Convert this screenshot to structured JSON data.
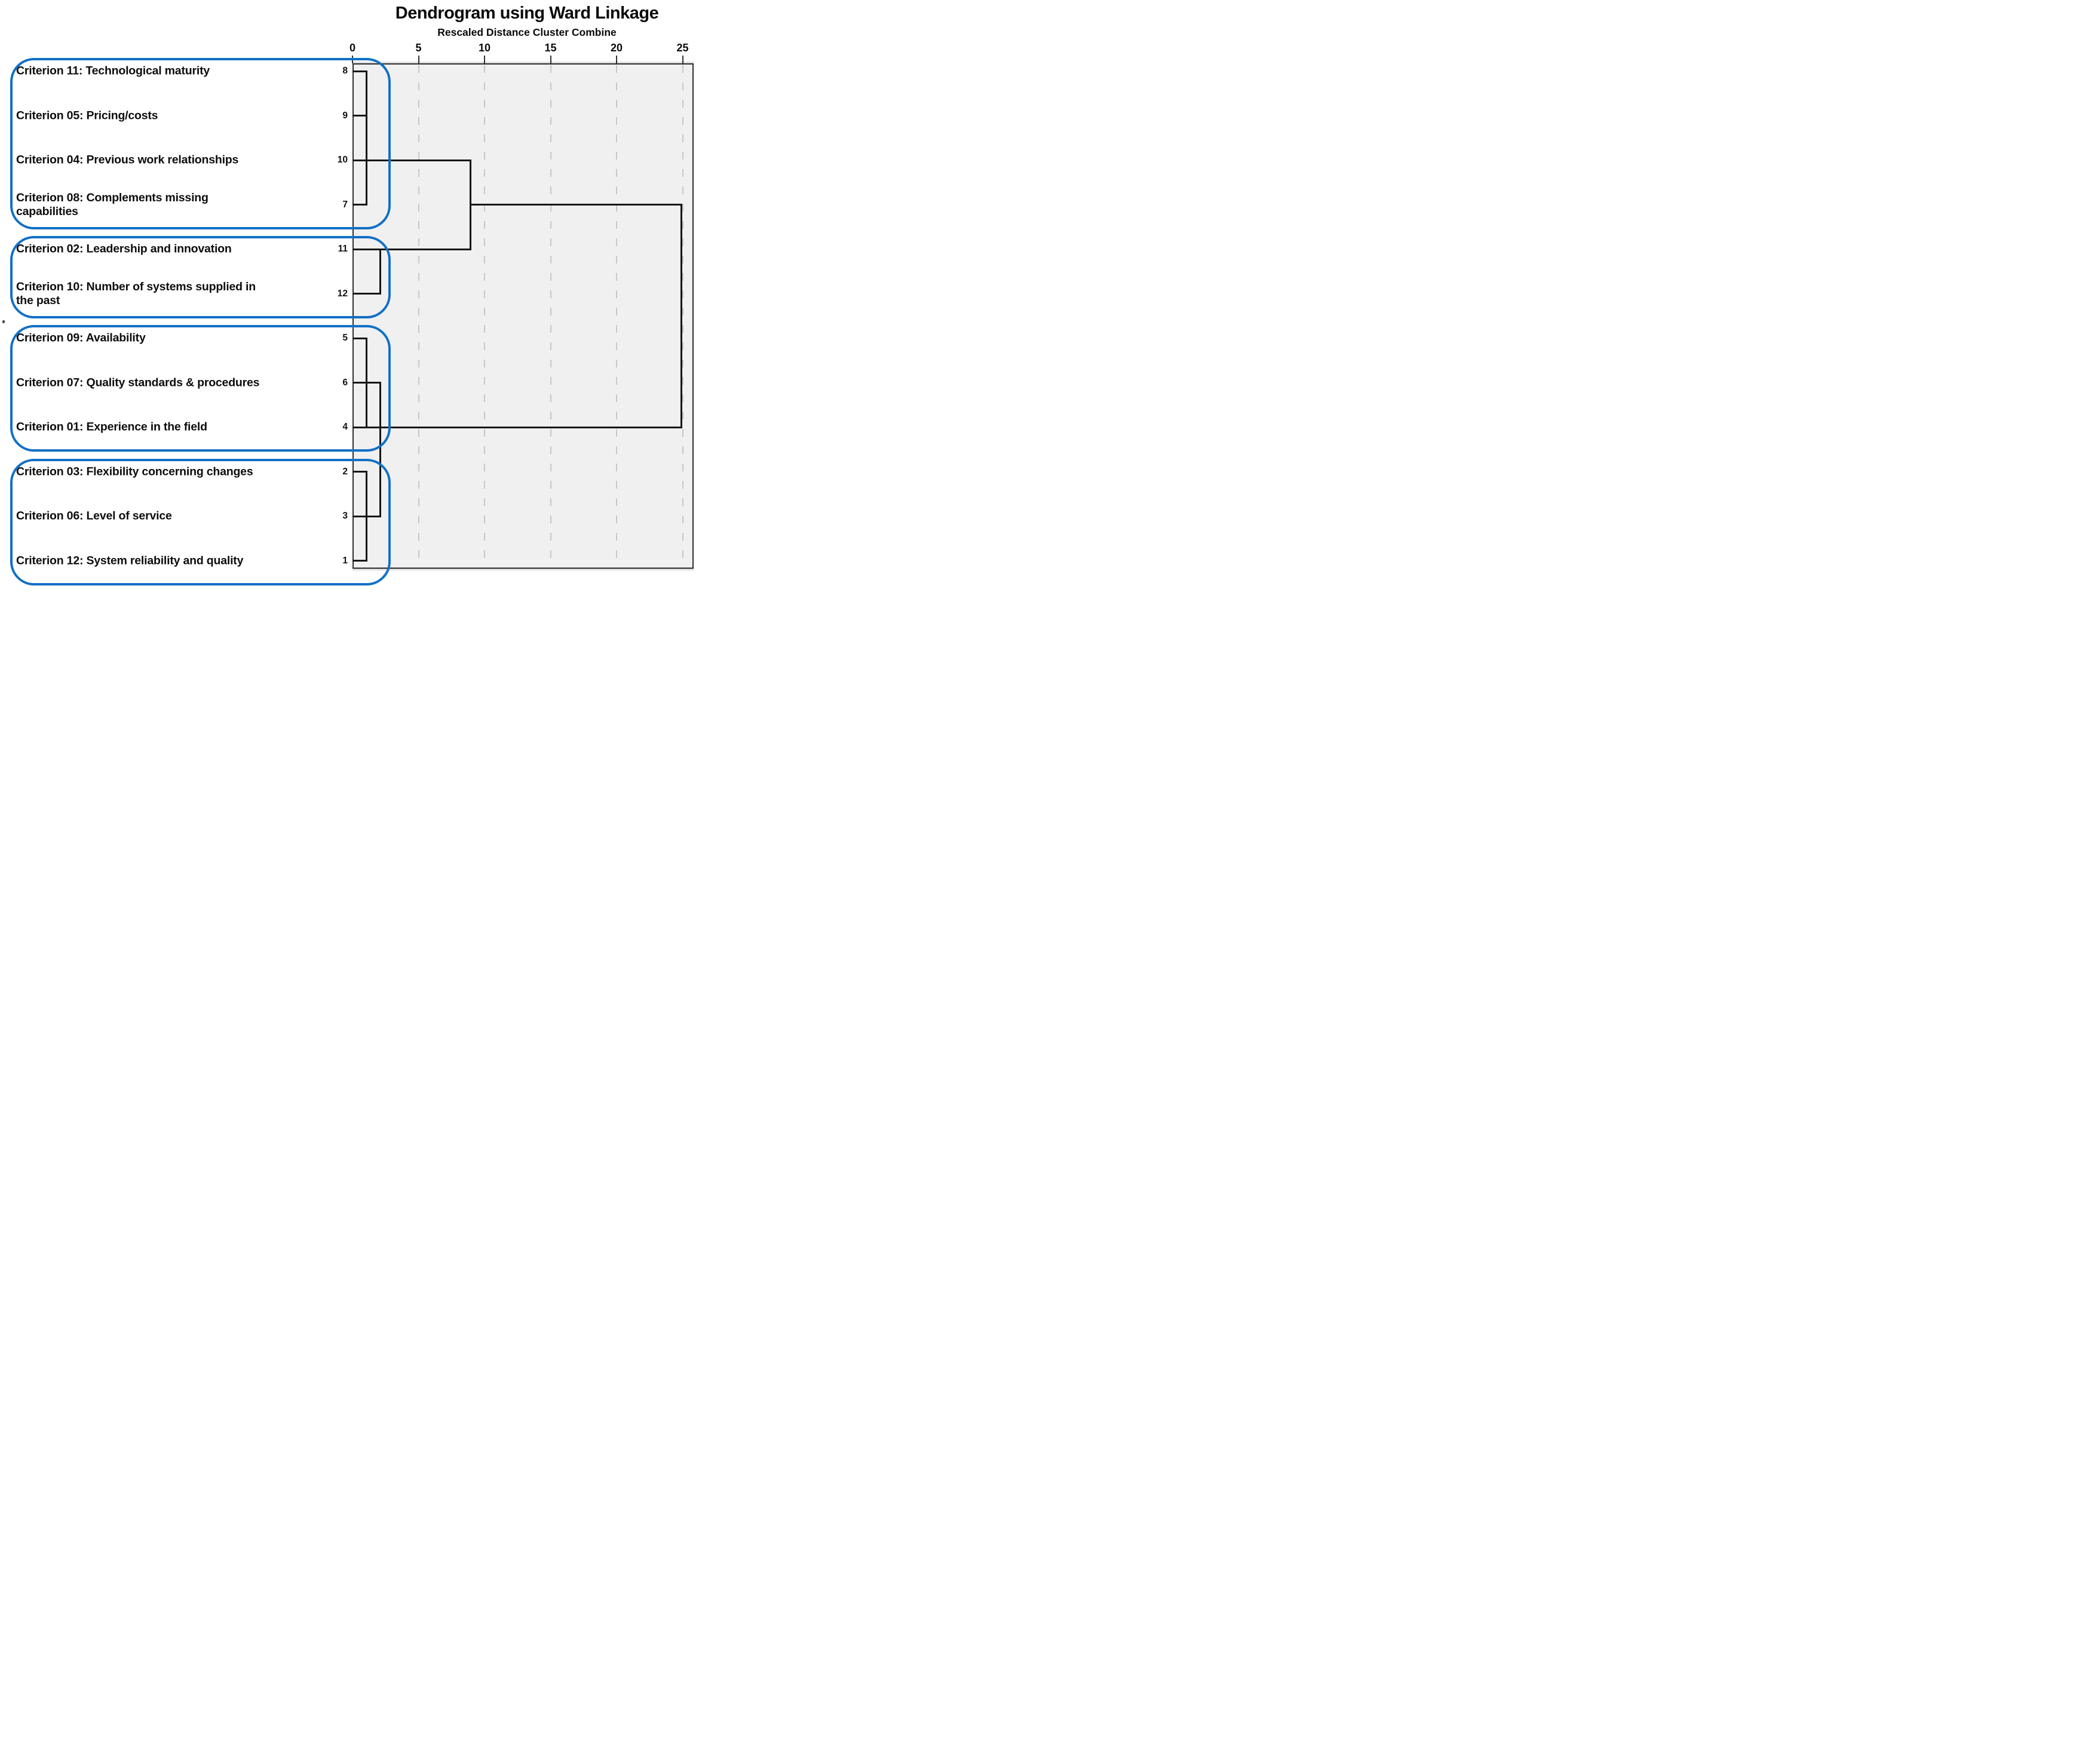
{
  "chart_data": {
    "type": "dendrogram",
    "title": "Dendrogram using Ward Linkage",
    "subtitle": "Rescaled Distance Cluster Combine",
    "x_axis": {
      "ticks": [
        0,
        5,
        10,
        15,
        20,
        25
      ],
      "range": [
        0,
        25.8
      ],
      "grid": "dashed-vertical"
    },
    "orientation": "horizontal-leaves-left",
    "leaves": [
      {
        "row": 0,
        "num": "8",
        "label": "Criterion 11: Technological maturity"
      },
      {
        "row": 1,
        "num": "9",
        "label": "Criterion 05: Pricing/costs"
      },
      {
        "row": 2,
        "num": "10",
        "label": "Criterion 04: Previous work relationships"
      },
      {
        "row": 3,
        "num": "7",
        "label": "Criterion 08: Complements missing\ncapabilities"
      },
      {
        "row": 4,
        "num": "11",
        "label": "Criterion 02: Leadership and innovation"
      },
      {
        "row": 5,
        "num": "12",
        "label": "Criterion 10: Number of systems supplied in\nthe past"
      },
      {
        "row": 6,
        "num": "5",
        "label": "Criterion 09: Availability"
      },
      {
        "row": 7,
        "num": "6",
        "label": "Criterion 07: Quality standards & procedures"
      },
      {
        "row": 8,
        "num": "4",
        "label": "Criterion 01: Experience in the field"
      },
      {
        "row": 9,
        "num": "2",
        "label": "Criterion 03: Flexibility concerning changes"
      },
      {
        "row": 10,
        "num": "3",
        "label": "Criterion 06: Level of service"
      },
      {
        "row": 11,
        "num": "1",
        "label": "Criterion 12: System reliability and quality"
      }
    ],
    "merges": [
      {
        "joins": [
          "8",
          "9",
          "7"
        ],
        "distance": 1
      },
      {
        "joins": [
          "11",
          "12"
        ],
        "distance": 2
      },
      {
        "joins": [
          "{8,9,10,7}",
          "{11,12}"
        ],
        "distance": 9
      },
      {
        "joins": [
          "5",
          "6",
          "4"
        ],
        "distance": 1
      },
      {
        "joins": [
          "2",
          "3",
          "1"
        ],
        "distance": 1
      },
      {
        "joins": [
          "{5,6,4}",
          "{2,3,1}"
        ],
        "distance": 2
      },
      {
        "joins": [
          "{8,9,10,7,11,12}",
          "{5,6,4,2,3,1}"
        ],
        "distance": 25
      }
    ],
    "segments": {
      "horizontal": [
        {
          "row": 0,
          "x0": 0,
          "x1": 1.05
        },
        {
          "row": 1,
          "x0": 0,
          "x1": 1.05
        },
        {
          "row": 3,
          "x0": 0,
          "x1": 1.05
        },
        {
          "row": 2,
          "x0": 0,
          "x1": 8.95
        },
        {
          "row": 4,
          "x0": 0,
          "x1": 8.95
        },
        {
          "row": 5,
          "x0": 0,
          "x1": 2.1
        },
        {
          "row": 3,
          "x0": 8.95,
          "x1": 24.9
        },
        {
          "row": 6,
          "x0": 0,
          "x1": 1.05
        },
        {
          "row": 7,
          "x0": 0,
          "x1": 2.1
        },
        {
          "row": 8,
          "x0": 0,
          "x1": 24.9
        },
        {
          "row": 9,
          "x0": 0,
          "x1": 1.05
        },
        {
          "row": 10,
          "x0": 0,
          "x1": 2.1
        },
        {
          "row": 11,
          "x0": 0,
          "x1": 1.05
        }
      ],
      "vertical": [
        {
          "x": 1.05,
          "row0": 0,
          "row1": 3
        },
        {
          "x": 2.1,
          "row0": 4,
          "row1": 5
        },
        {
          "x": 8.95,
          "row0": 2,
          "row1": 4
        },
        {
          "x": 1.05,
          "row0": 6,
          "row1": 8
        },
        {
          "x": 2.1,
          "row0": 7,
          "row1": 10
        },
        {
          "x": 1.05,
          "row0": 9,
          "row1": 11
        },
        {
          "x": 24.9,
          "row0": 3,
          "row1": 8
        }
      ]
    },
    "cluster_boxes": [
      {
        "rows": [
          0,
          3
        ]
      },
      {
        "rows": [
          4,
          5
        ]
      },
      {
        "rows": [
          6,
          8
        ]
      },
      {
        "rows": [
          9,
          11
        ]
      }
    ],
    "colors": {
      "cluster_box": "#1170c5",
      "tree_line": "#161616",
      "plot_background": "#f0f0f0",
      "plot_border": "#2d2d2d",
      "gridline": "#c7c7c7",
      "text": "#0a0a0a"
    }
  }
}
